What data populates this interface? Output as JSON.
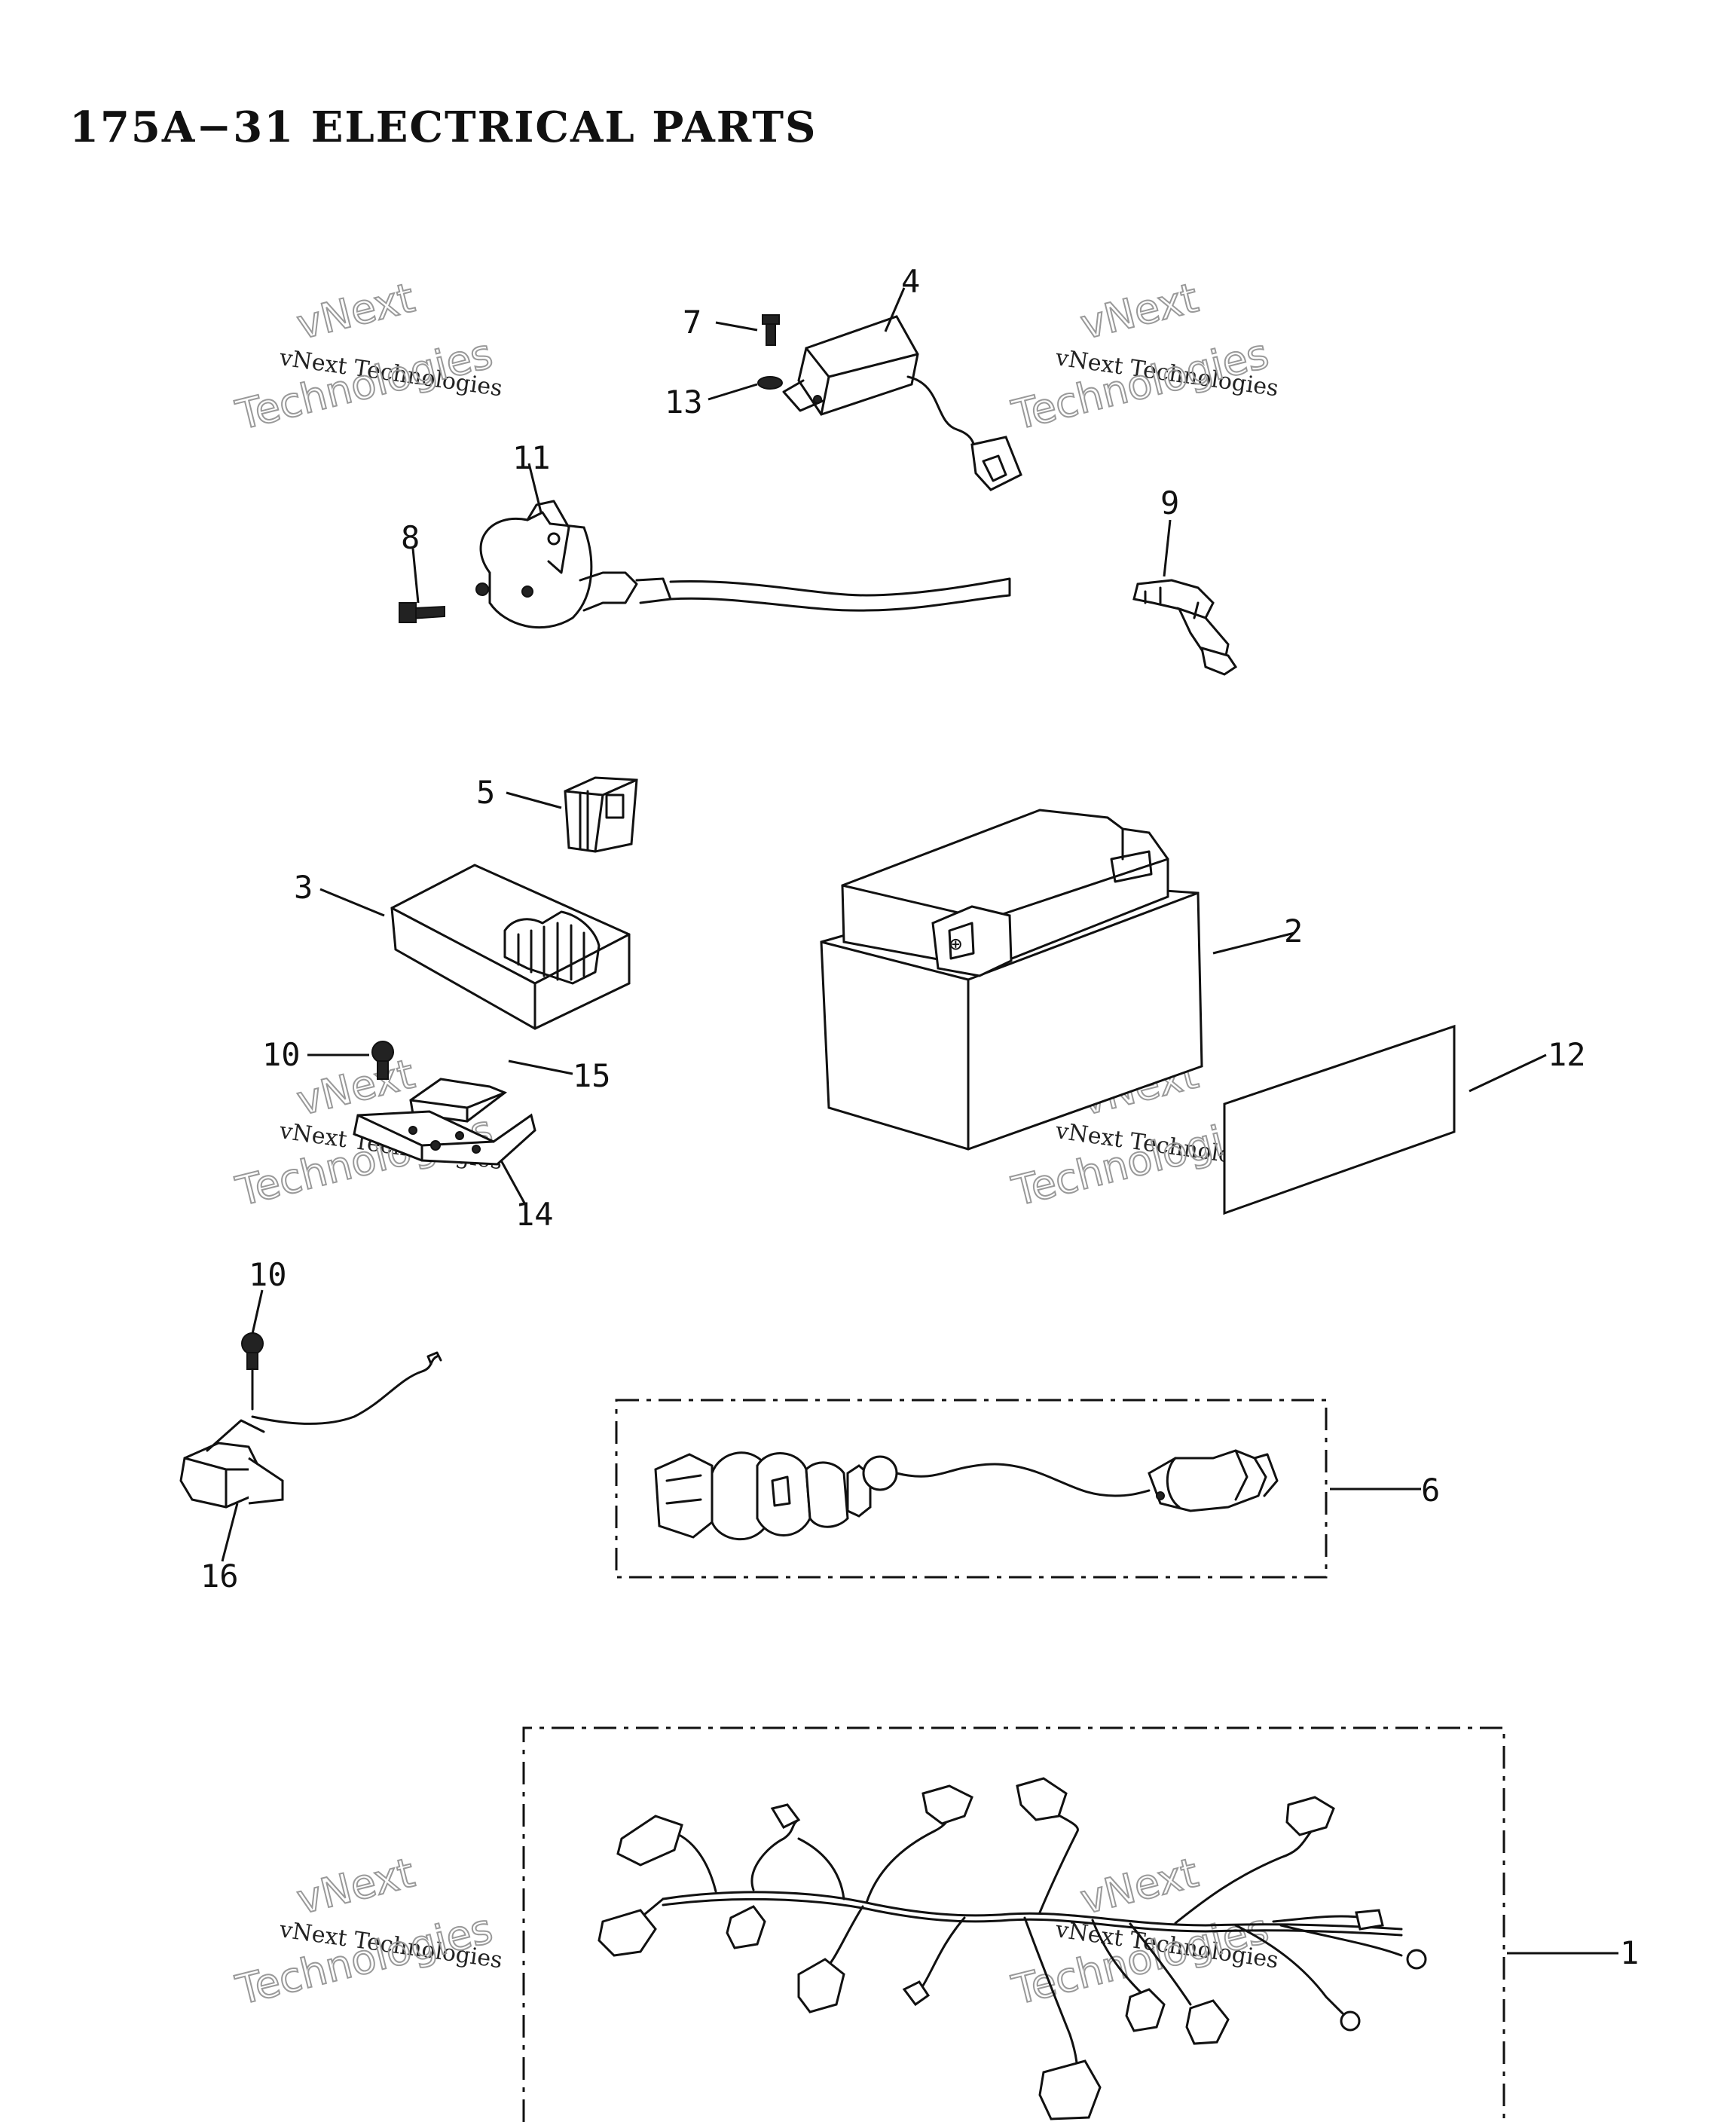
{
  "title": "175A−31 ELECTRICAL PARTS",
  "callouts": {
    "c1": "1",
    "c2": "2",
    "c3": "3",
    "c4": "4",
    "c5": "5",
    "c6": "6",
    "c7": "7",
    "c8": "8",
    "c9": "9",
    "c10a": "10",
    "c10b": "10",
    "c11": "11",
    "c12": "12",
    "c13": "13",
    "c14": "14",
    "c15": "15",
    "c16": "16"
  },
  "watermark": {
    "line": "vNext Technologies",
    "top": "vNext",
    "bottom": "Technologies"
  }
}
